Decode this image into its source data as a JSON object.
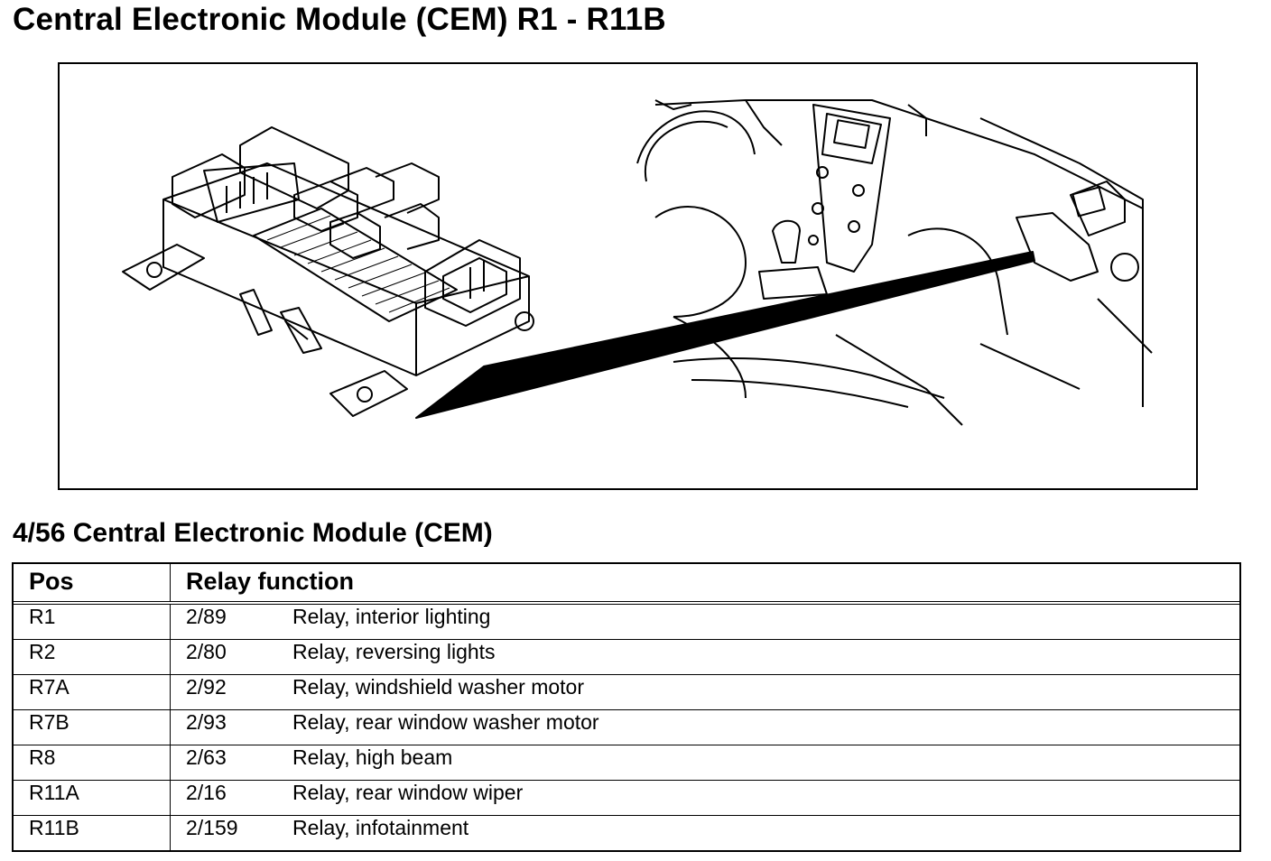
{
  "page_title": "Central Electronic Module (CEM) R1 - R11B",
  "table_title": "4/56 Central Electronic Module (CEM)",
  "table": {
    "headers": {
      "pos": "Pos",
      "function": "Relay function"
    },
    "rows": [
      {
        "pos": "R1",
        "code": "2/89",
        "desc": "Relay, interior lighting"
      },
      {
        "pos": "R2",
        "code": "2/80",
        "desc": "Relay, reversing lights"
      },
      {
        "pos": "R7A",
        "code": "2/92",
        "desc": "Relay, windshield washer motor"
      },
      {
        "pos": "R7B",
        "code": "2/93",
        "desc": "Relay, rear window washer motor"
      },
      {
        "pos": "R8",
        "code": "2/63",
        "desc": "Relay, high beam"
      },
      {
        "pos": "R11A",
        "code": "2/16",
        "desc": "Relay, rear window wiper"
      },
      {
        "pos": "R11B",
        "code": "2/159",
        "desc": "Relay, infotainment"
      }
    ]
  }
}
